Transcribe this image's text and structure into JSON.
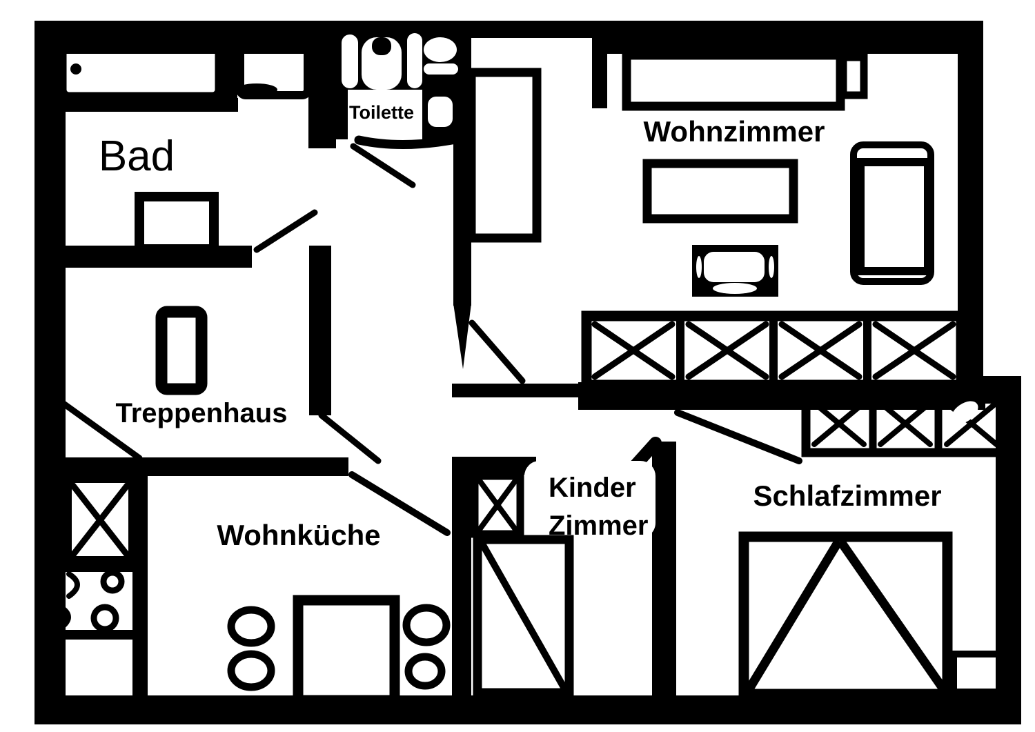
{
  "floorplan": {
    "type": "apartment-floor-plan",
    "style": "hand-drawn black ink on white",
    "colors": {
      "ink": "#000000",
      "background": "#ffffff"
    },
    "rooms": {
      "bad": {
        "label": "Bad"
      },
      "toilette": {
        "label": "Toilette"
      },
      "wohnzimmer": {
        "label": "Wohnzimmer"
      },
      "treppenhaus": {
        "label": "Treppenhaus"
      },
      "wohnkueche": {
        "label": "Wohnküche"
      },
      "kinderzimmer": {
        "label_line1": "Kinder",
        "label_line2": "Zimmer"
      },
      "schlafzimmer": {
        "label": "Schlafzimmer"
      }
    }
  }
}
